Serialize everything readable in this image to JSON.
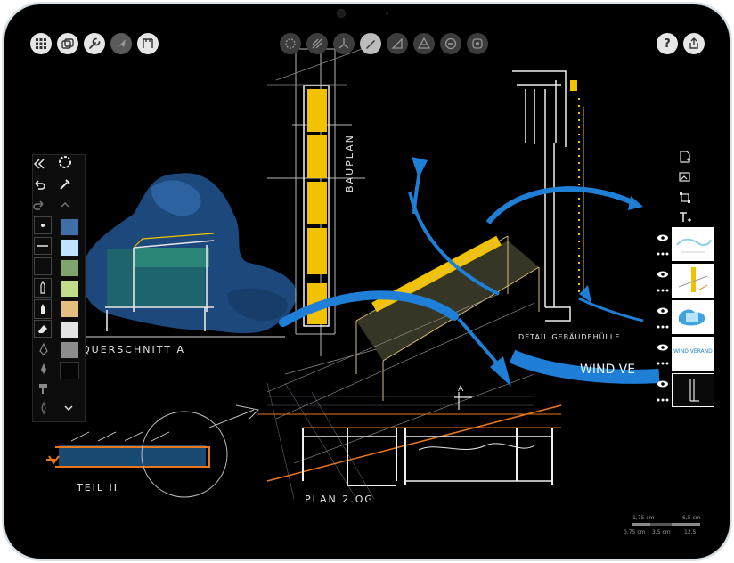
{
  "app": {
    "name": "drawing canvas"
  },
  "toolbar_left": [
    {
      "name": "grid-icon"
    },
    {
      "name": "layers-icon"
    },
    {
      "name": "wrench-icon"
    },
    {
      "name": "cursor-icon"
    },
    {
      "name": "frame-icon"
    }
  ],
  "toolbar_center": [
    {
      "name": "circle-tool-icon"
    },
    {
      "name": "hatch-tool-icon"
    },
    {
      "name": "perspective-tool-icon"
    },
    {
      "name": "pen-tool-icon"
    },
    {
      "name": "ruler-tool-icon"
    },
    {
      "name": "symmetry-tool-icon"
    },
    {
      "name": "minus-tool-icon"
    },
    {
      "name": "stamp-tool-icon"
    }
  ],
  "toolbar_right": [
    {
      "name": "help-icon",
      "label": "?"
    },
    {
      "name": "share-icon"
    }
  ],
  "palette_colors": [
    "#3f6fa6",
    "#bfe4ff",
    "#7fa56c",
    "#c3dc8c",
    "#e4bf80",
    "#e4e4e4",
    "#8c8c8c"
  ],
  "canvas_labels": {
    "querschnitt": "QUERSCHNITT A",
    "bauplan": "BAUPLAN",
    "detail": "DETAIL GEBÄUDEHÜLLE",
    "wind": "WIND VE",
    "teil": "TEIL II",
    "plan": "PLAN 2.OG",
    "section_a": "A"
  },
  "layers": [
    {
      "name": "layer-1",
      "caption": ""
    },
    {
      "name": "layer-2",
      "caption": ""
    },
    {
      "name": "layer-3",
      "caption": ""
    },
    {
      "name": "layer-4",
      "caption": "WIND VERAND"
    },
    {
      "name": "layer-5",
      "caption": ""
    }
  ],
  "scale_bar": {
    "top_left": "1,75 cm",
    "top_right": "6,5 cm",
    "bottom_left": "0,75 cm",
    "bottom_mid": "3,5 cm",
    "bottom_right": "12,5"
  },
  "colors": {
    "accent_blue": "#1f7ed6",
    "accent_yellow": "#f2c200",
    "accent_orange": "#e8771d"
  }
}
